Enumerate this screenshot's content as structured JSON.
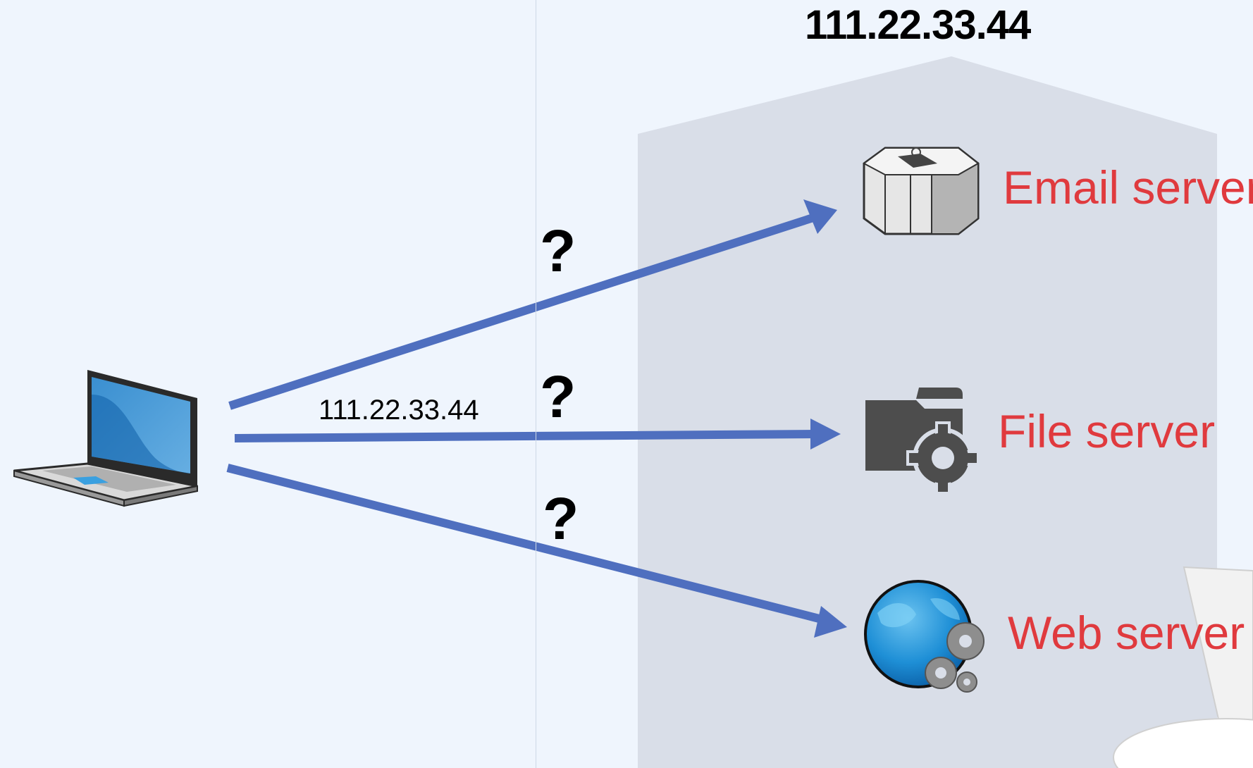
{
  "diagram": {
    "server_ip": "111.22.33.44",
    "link_ip": "111.22.33.44",
    "unknown_mark": "?",
    "servers": [
      {
        "label": "Email server",
        "icon": "mail-server-icon"
      },
      {
        "label": "File server",
        "icon": "file-server-icon"
      },
      {
        "label": "Web server",
        "icon": "web-server-icon"
      }
    ],
    "client_icon": "laptop-icon",
    "colors": {
      "background": "#eff5fd",
      "server_zone": "#d9dee8",
      "arrow": "#4f6fbf",
      "label": "#e03a3e"
    }
  }
}
